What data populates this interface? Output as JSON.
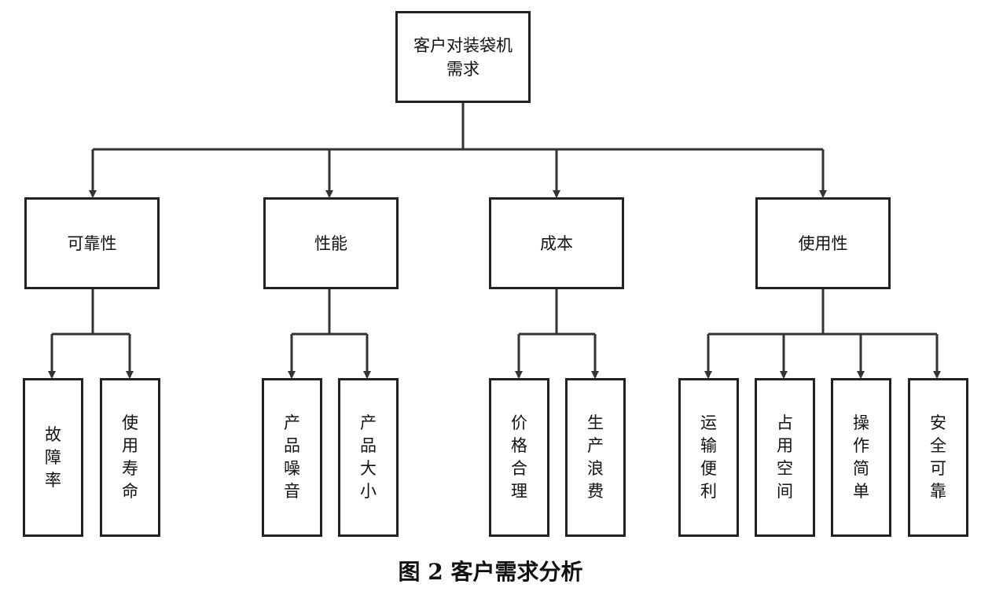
{
  "root": {
    "label": "客户对装袋机需求"
  },
  "categories": [
    {
      "label": "可靠性",
      "children": [
        "故障率",
        "使用寿命"
      ]
    },
    {
      "label": "性能",
      "children": [
        "产品噪音",
        "产品大小"
      ]
    },
    {
      "label": "成本",
      "children": [
        "价格合理",
        "生产浪费"
      ]
    },
    {
      "label": "使用性",
      "children": [
        "运输便利",
        "占用空间",
        "操作简单",
        "安全可靠"
      ]
    }
  ],
  "caption": "图 2  客户需求分析",
  "colors": {
    "line": "#333333",
    "border": "#222222"
  }
}
